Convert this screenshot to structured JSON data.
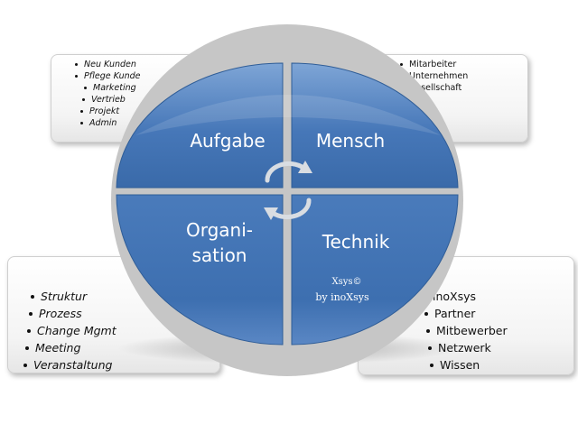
{
  "quadrants": {
    "top_left": "Aufgabe",
    "top_right": "Mensch",
    "bottom_left_line1": "Organi-",
    "bottom_left_line2": "sation",
    "bottom_right": "Technik"
  },
  "branding": {
    "line1": "Xsys©",
    "line2": "by inoXsys"
  },
  "cards": {
    "top_left": [
      "Neu Kunden",
      "Pflege Kunde",
      "Marketing",
      "Vertrieb",
      "Projekt",
      "Admin"
    ],
    "top_right": [
      "Mitarbeiter",
      "Unternehmen",
      "Gesellschaft"
    ],
    "bottom_left": [
      "Struktur",
      "Prozess",
      "Change Mgmt",
      "Meeting",
      "Veranstaltung"
    ],
    "bottom_right": [
      "inoXsys",
      "Partner",
      "Mitbewerber",
      "Netzwerk",
      "Wissen"
    ]
  },
  "colors": {
    "quadrant_fill": "#3f73b6",
    "quadrant_highlight": "#6f9ad0",
    "quadrant_edge": "#2a578f",
    "divider": "#c8c8c8"
  }
}
